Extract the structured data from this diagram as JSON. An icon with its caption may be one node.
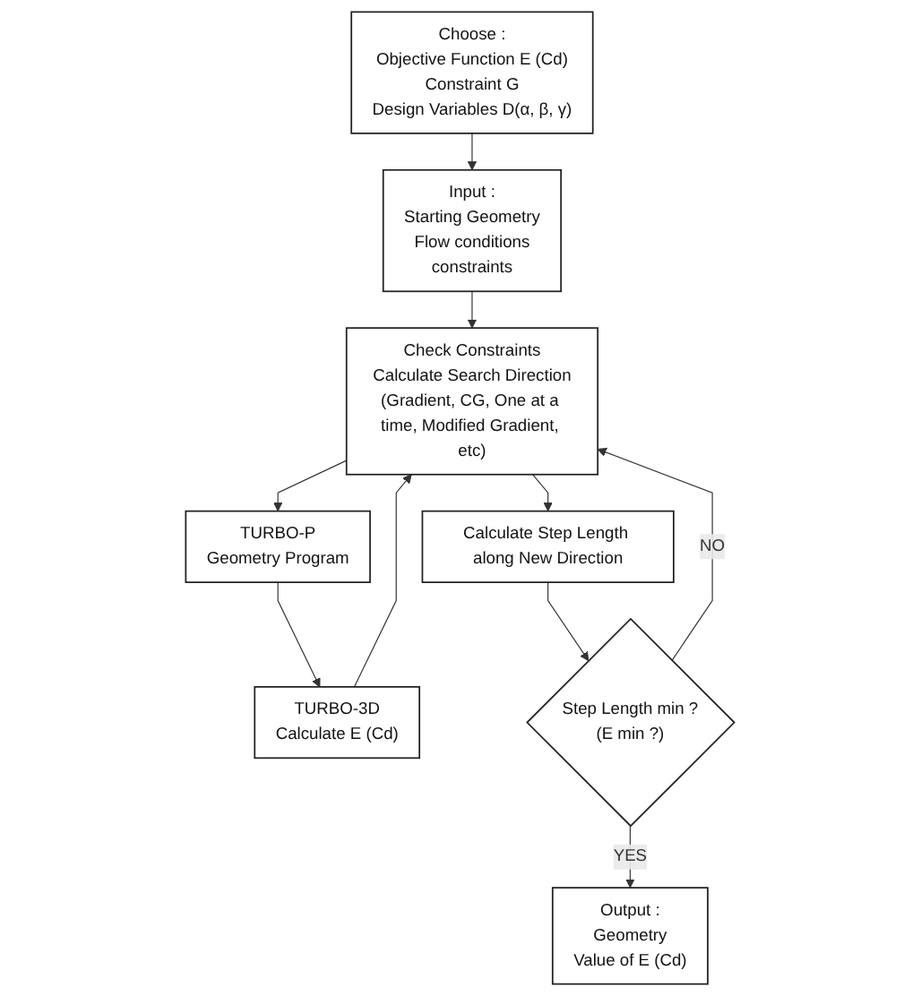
{
  "diagram": {
    "nodes": [
      {
        "text": [
          "Choose :",
          "Objective Function E (Cd)",
          "Constraint G",
          "Design Variables D(α, β, γ)"
        ]
      },
      {
        "text": [
          "Input :",
          "Starting Geometry",
          "Flow conditions",
          "constraints"
        ]
      },
      {
        "text": [
          "Check Constraints",
          "Calculate Search Direction",
          "(Gradient, CG, One at a time, Modified Gradient, etc)"
        ]
      },
      {
        "text": [
          "TURBO-P",
          "Geometry Program"
        ]
      },
      {
        "text": [
          "TURBO-3D",
          "Calculate E (Cd)"
        ]
      },
      {
        "text": [
          "Calculate Step Length along New Direction"
        ]
      },
      {
        "text": [
          "Step Length min ?",
          "(E min ?)"
        ]
      },
      {
        "text": [
          "Output :",
          "Geometry",
          "Value of E (Cd)"
        ]
      }
    ],
    "edges": [
      {
        "from": 0,
        "to": 1,
        "arrow": "to"
      },
      {
        "from": 1,
        "to": 2,
        "arrow": "to"
      },
      {
        "from": 2,
        "to": 3,
        "arrow": "to"
      },
      {
        "from": 3,
        "to": 4,
        "arrow": "to"
      },
      {
        "from": 4,
        "to": 2,
        "arrow": "to"
      },
      {
        "from": 2,
        "to": 5,
        "arrow": "to"
      },
      {
        "from": 5,
        "to": 6,
        "arrow": "to"
      },
      {
        "from": 6,
        "to": 2,
        "label": "NO",
        "arrow": "to"
      },
      {
        "from": 6,
        "to": 7,
        "label": "YES",
        "arrow": "to"
      }
    ]
  }
}
